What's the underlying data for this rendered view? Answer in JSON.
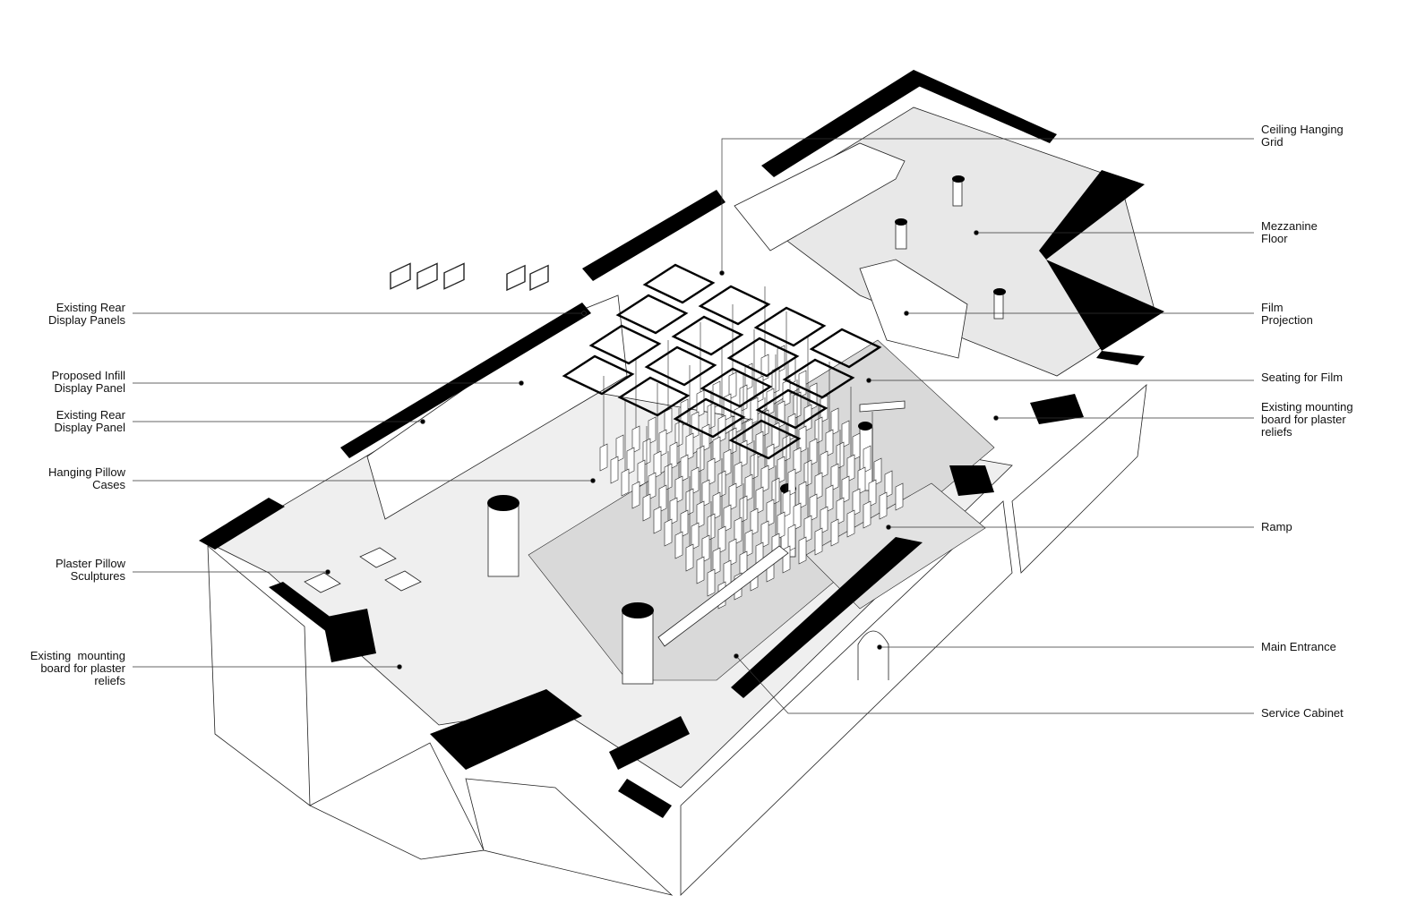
{
  "labels_left": [
    {
      "id": "existing-rear-display-panels",
      "text": "Existing Rear\nDisplay Panels"
    },
    {
      "id": "proposed-infill-display-panel",
      "text": "Proposed Infill\nDisplay Panel"
    },
    {
      "id": "existing-rear-display-panel",
      "text": "Existing Rear\nDisplay Panel"
    },
    {
      "id": "hanging-pillow-cases",
      "text": "Hanging Pillow\nCases"
    },
    {
      "id": "plaster-pillow-sculptures",
      "text": "Plaster Pillow\nSculptures"
    },
    {
      "id": "existing-mounting-board-left",
      "text": "Existing  mounting\nboard for plaster\nreliefs"
    }
  ],
  "labels_right": [
    {
      "id": "ceiling-hanging-grid",
      "text": "Ceiling Hanging\nGrid"
    },
    {
      "id": "mezzanine-floor",
      "text": "Mezzanine\nFloor"
    },
    {
      "id": "film-projection",
      "text": "Film\nProjection"
    },
    {
      "id": "seating-for-film",
      "text": "Seating for Film"
    },
    {
      "id": "existing-mounting-board-right",
      "text": "Existing mounting\nboard for plaster\nreliefs"
    },
    {
      "id": "ramp",
      "text": "Ramp"
    },
    {
      "id": "main-entrance",
      "text": "Main Entrance"
    },
    {
      "id": "service-cabinet",
      "text": "Service Cabinet"
    }
  ],
  "colors": {
    "wall_cut": "#000000",
    "floor_main": "#d9d9d9",
    "floor_light": "#efefef",
    "mezzanine": "#e8e8e8",
    "line": "#222222"
  }
}
